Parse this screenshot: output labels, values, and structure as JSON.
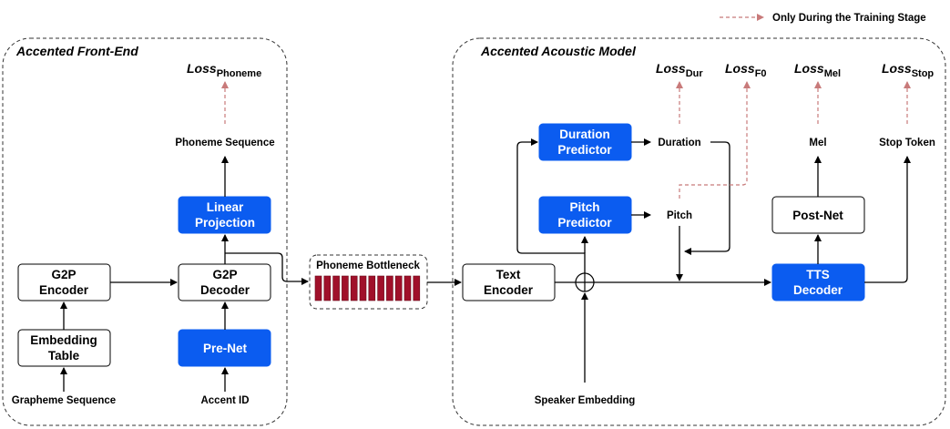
{
  "legend": {
    "label": "Only During the Training Stage"
  },
  "regions": {
    "front_end": "Accented Front-End",
    "acoustic": "Accented Acoustic Model"
  },
  "front_end": {
    "loss_phoneme": {
      "base": "Loss",
      "sub": "Phoneme"
    },
    "phoneme_sequence": "Phoneme Sequence",
    "linear_projection": [
      "Linear",
      "Projection"
    ],
    "g2p_encoder": [
      "G2P",
      "Encoder"
    ],
    "g2p_decoder": [
      "G2P",
      "Decoder"
    ],
    "embedding_table": [
      "Embedding",
      "Table"
    ],
    "pre_net": "Pre-Net",
    "grapheme_sequence": "Grapheme Sequence",
    "accent_id": "Accent ID"
  },
  "bottleneck": {
    "label": "Phoneme Bottleneck",
    "cells": 12,
    "color": "#a0102a"
  },
  "acoustic": {
    "loss_dur": {
      "base": "Loss",
      "sub": "Dur"
    },
    "loss_f0": {
      "base": "Loss",
      "sub": "F0"
    },
    "loss_mel": {
      "base": "Loss",
      "sub": "Mel"
    },
    "loss_stop": {
      "base": "Loss",
      "sub": "Stop"
    },
    "duration_predictor": [
      "Duration",
      "Predictor"
    ],
    "duration": "Duration",
    "pitch_predictor": [
      "Pitch",
      "Predictor"
    ],
    "pitch": "Pitch",
    "text_encoder": [
      "Text",
      "Encoder"
    ],
    "tts_decoder": [
      "TTS",
      "Decoder"
    ],
    "post_net": "Post-Net",
    "mel": "Mel",
    "stop_token": "Stop Token",
    "speaker_embedding": "Speaker Embedding"
  },
  "colors": {
    "block_blue": "#0b5cf0",
    "training_dash": "#c87a7a"
  }
}
